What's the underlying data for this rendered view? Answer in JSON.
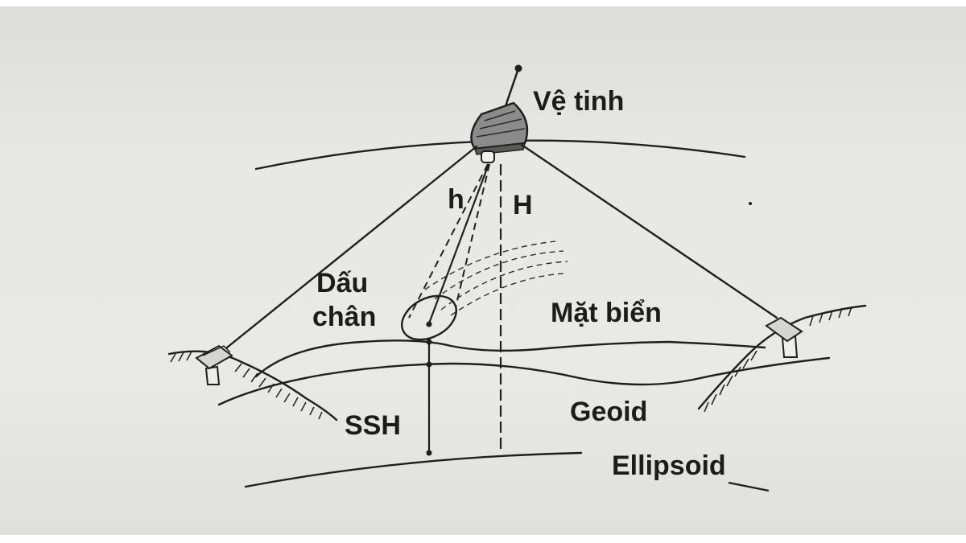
{
  "labels": {
    "satellite": "Vệ tinh",
    "h": "h",
    "H": "H",
    "footprint_line1": "Dấu",
    "footprint_line2": "chân",
    "sea_surface": "Mặt biển",
    "geoid": "Geoid",
    "ssh": "SSH",
    "ellipsoid": "Ellipsoid"
  },
  "colors": {
    "ink": "#1f1f1f",
    "paper": "#e6e6e4"
  }
}
